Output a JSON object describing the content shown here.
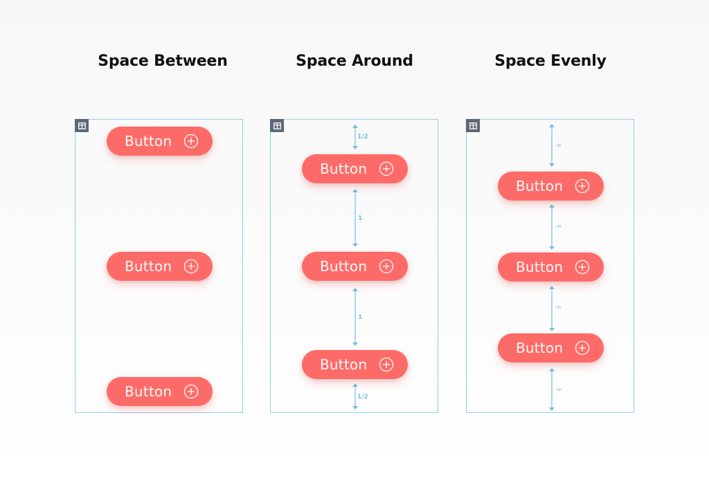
{
  "colors": {
    "accent": "#fd6b68",
    "guide": "#73bfdc",
    "frame": "#8ed0e6",
    "badge": "#5d6776"
  },
  "icons": {
    "corner": "layout-columns-icon",
    "button": "plus-circle-icon"
  },
  "panels": [
    {
      "title": "Space Between",
      "buttons": [
        "Button",
        "Button",
        "Button"
      ],
      "gaps": []
    },
    {
      "title": "Space Around",
      "buttons": [
        "Button",
        "Button",
        "Button"
      ],
      "gaps": [
        "1/2",
        "1",
        "1",
        "1/2"
      ]
    },
    {
      "title": "Space Evenly",
      "buttons": [
        "Button",
        "Button",
        "Button"
      ],
      "gaps": [
        "=",
        "=",
        "=",
        "="
      ]
    }
  ]
}
